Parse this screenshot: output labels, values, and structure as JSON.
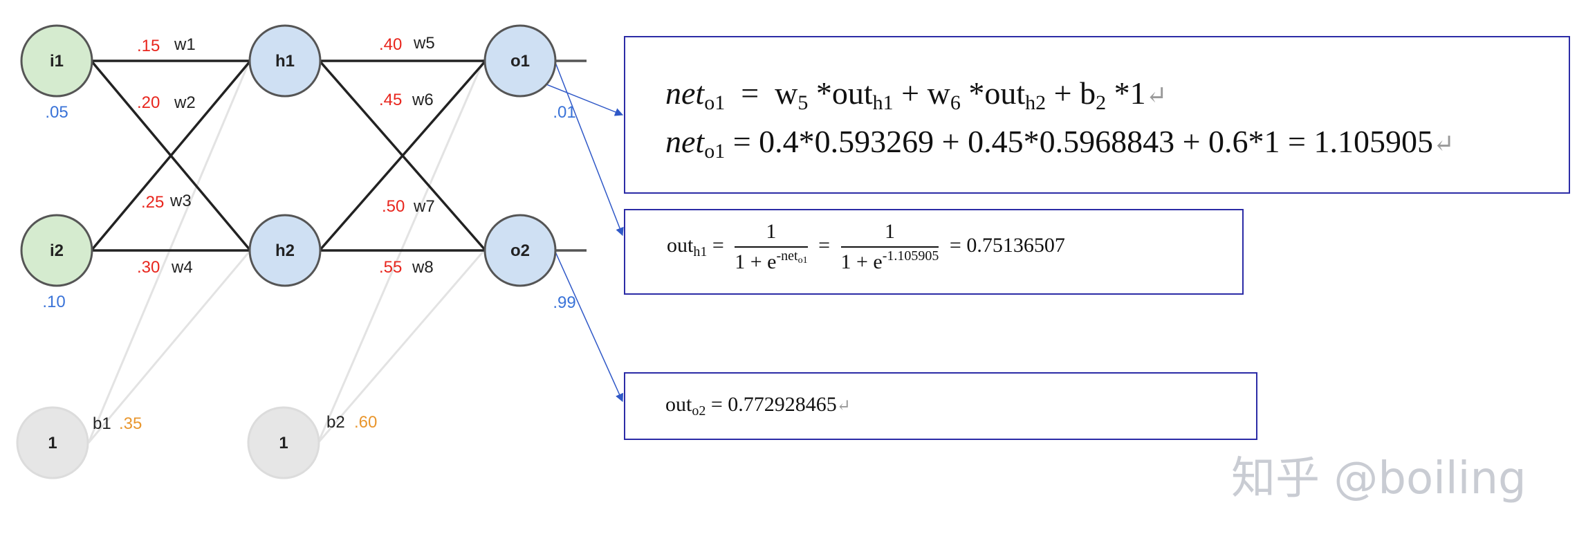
{
  "diagram": {
    "nodes": {
      "i1": "i1",
      "i2": "i2",
      "h1": "h1",
      "h2": "h2",
      "o1": "o1",
      "o2": "o2",
      "b1_node": "1",
      "b2_node": "1"
    },
    "inputs": {
      "i1_value": ".05",
      "i2_value": ".10"
    },
    "targets": {
      "o1_target": ".01",
      "o2_target": ".99"
    },
    "weights": {
      "w1": {
        "value": ".15",
        "name": "w1"
      },
      "w2": {
        "value": ".20",
        "name": "w2"
      },
      "w3": {
        "value": ".25",
        "name": "w3"
      },
      "w4": {
        "value": ".30",
        "name": "w4"
      },
      "w5": {
        "value": ".40",
        "name": "w5"
      },
      "w6": {
        "value": ".45",
        "name": "w6"
      },
      "w7": {
        "value": ".50",
        "name": "w7"
      },
      "w8": {
        "value": ".55",
        "name": "w8"
      }
    },
    "biases": {
      "b1": {
        "name": "b1",
        "value": ".35"
      },
      "b2": {
        "name": "b2",
        "value": ".60"
      }
    },
    "colors": {
      "input_fill": "#d5ebcf",
      "hidden_fill": "#cfe0f3",
      "bias_fill": "#e6e6e6",
      "weight_red": "#e8261e",
      "value_blue": "#3a73d8",
      "bias_orange": "#e9962d",
      "box_border": "#2b2ba6"
    }
  },
  "equations": {
    "box1": {
      "line1": {
        "lhs": "net",
        "lhs_sub": "o1",
        "eq": "=",
        "t1": "w",
        "t1_sub": "5",
        "t2": "*out",
        "t2_sub": "h1",
        "t3": "+ w",
        "t3_sub": "6",
        "t4": "*out",
        "t4_sub": "h2",
        "t5": "+ b",
        "t5_sub": "2",
        "t6": "*1",
        "ret": "↵"
      },
      "line2": {
        "lhs": "net",
        "lhs_sub": "o1",
        "rhs": "= 0.4*0.593269 + 0.45*0.5968843 + 0.6*1 = 1.105905",
        "ret": "↵"
      }
    },
    "box2": {
      "lhs": "out",
      "lhs_sub": "h1",
      "eq1": "=",
      "num1": "1",
      "den1": "1 + e",
      "den1_sup": "-net",
      "den1_sup_sub": "o1",
      "eq2": "=",
      "num2": "1",
      "den2": "1 + e",
      "den2_sup": "-1.105905",
      "result": "= 0.75136507"
    },
    "box3": {
      "lhs": "out",
      "lhs_sub": "o2",
      "rhs": "=  0.772928465",
      "ret": "↵"
    }
  },
  "watermark": "知乎 @boiling"
}
